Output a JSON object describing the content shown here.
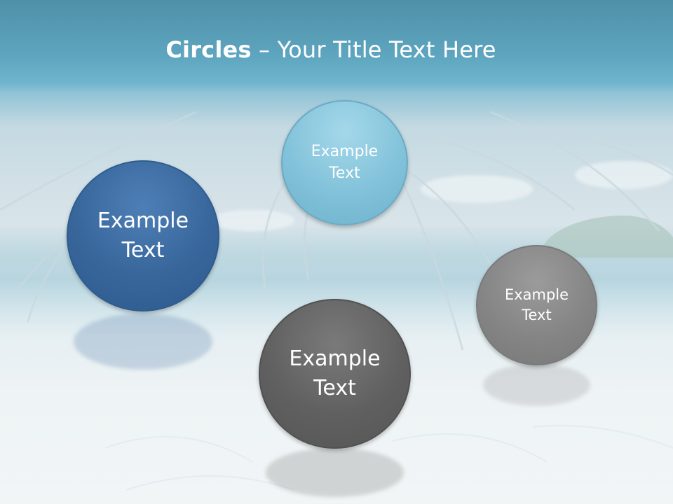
{
  "slide": {
    "title_bold": "Circles",
    "title_rest": " – Your Title Text Here"
  },
  "circles": [
    {
      "line1": "Example",
      "line2": "Text",
      "color": "#38669b"
    },
    {
      "line1": "Example",
      "line2": "Text",
      "color": "#82c2da"
    },
    {
      "line1": "Example",
      "line2": "Text",
      "color": "#606060"
    },
    {
      "line1": "Example",
      "line2": "Text",
      "color": "#858585"
    }
  ]
}
